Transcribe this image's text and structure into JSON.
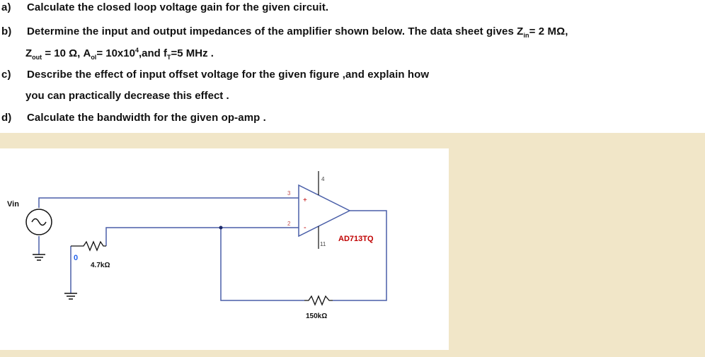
{
  "questions": [
    {
      "letter": "a)",
      "text": "Calculate the closed loop voltage gain for the given circuit."
    },
    {
      "letter": "b)",
      "text": "Determine the input and output impedances of the amplifier shown below.  The data sheet gives Z",
      "zin_sub": "in",
      "zin_val": "= 2 MΩ,",
      "line2": {
        "zout_label": "Z",
        "zout_sub": "out",
        "zout_val": " = 10 Ω, A",
        "aol_sub": "ol",
        "aol_val": "= 10x10",
        "aol_sup": "4",
        "aol_end": ",and f",
        "ft_sub": "T",
        "ft_val": "=5 MHz ."
      }
    },
    {
      "letter": "c)",
      "text": "Describe the effect of input offset voltage for the given figure ,and explain how",
      "line2": "you can practically decrease this effect ."
    },
    {
      "letter": "d)",
      "text": "Calculate the bandwidth for the given op-amp ."
    }
  ],
  "circuit": {
    "source_label": "Vin",
    "node_label": "0",
    "r1_label": "4.7kΩ",
    "rf_label": "150kΩ",
    "opamp_label": "AD713TQ",
    "pin_plus": "+",
    "pin_minus": "-",
    "pin_4": "4",
    "pin_11": "11",
    "pin_2": "2",
    "pin_3": "3",
    "colors": {
      "wire": "#4a5fa8",
      "opamp_label": "#c00000",
      "node": "#2563eb",
      "pin": "#c05050"
    }
  }
}
